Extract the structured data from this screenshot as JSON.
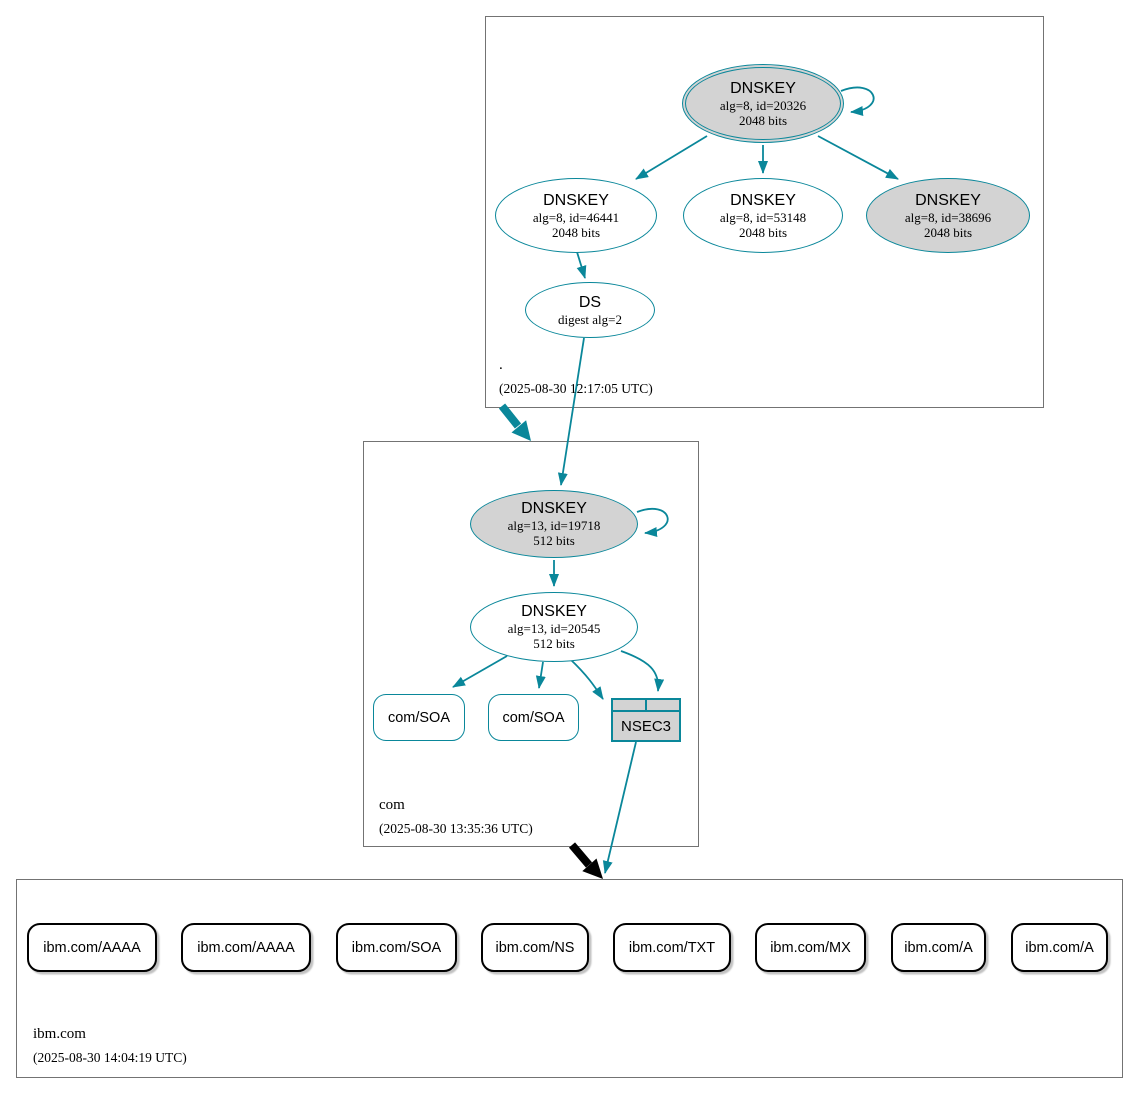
{
  "diagram": {
    "kind": "dnssec-authentication-chain",
    "colors": {
      "secure_teal": "#0a879a",
      "key_fill_gray": "#d3d3d3",
      "node_fill_white": "#ffffff",
      "insecure_black": "#000000",
      "zone_border_gray": "#737373"
    },
    "zones": {
      "root": {
        "name": ".",
        "timestamp": "(2025-08-30 12:17:05 UTC)",
        "ksk": {
          "title": "DNSKEY",
          "line1": "alg=8, id=20326",
          "line2": "2048 bits"
        },
        "zsk1": {
          "title": "DNSKEY",
          "line1": "alg=8, id=46441",
          "line2": "2048 bits"
        },
        "zsk2": {
          "title": "DNSKEY",
          "line1": "alg=8, id=53148",
          "line2": "2048 bits"
        },
        "zsk3": {
          "title": "DNSKEY",
          "line1": "alg=8, id=38696",
          "line2": "2048 bits"
        },
        "ds": {
          "title": "DS",
          "line1": "digest alg=2"
        }
      },
      "com": {
        "name": "com",
        "timestamp": "(2025-08-30 13:35:36 UTC)",
        "ksk": {
          "title": "DNSKEY",
          "line1": "alg=13, id=19718",
          "line2": "512 bits"
        },
        "zsk": {
          "title": "DNSKEY",
          "line1": "alg=13, id=20545",
          "line2": "512 bits"
        },
        "soa1": {
          "label": "com/SOA"
        },
        "soa2": {
          "label": "com/SOA"
        },
        "nsec3": {
          "label": "NSEC3"
        }
      },
      "ibm": {
        "name": "ibm.com",
        "timestamp": "(2025-08-30 14:04:19 UTC)",
        "records": [
          {
            "label": "ibm.com/AAAA"
          },
          {
            "label": "ibm.com/AAAA"
          },
          {
            "label": "ibm.com/SOA"
          },
          {
            "label": "ibm.com/NS"
          },
          {
            "label": "ibm.com/TXT"
          },
          {
            "label": "ibm.com/MX"
          },
          {
            "label": "ibm.com/A"
          },
          {
            "label": "ibm.com/A"
          }
        ]
      }
    }
  }
}
